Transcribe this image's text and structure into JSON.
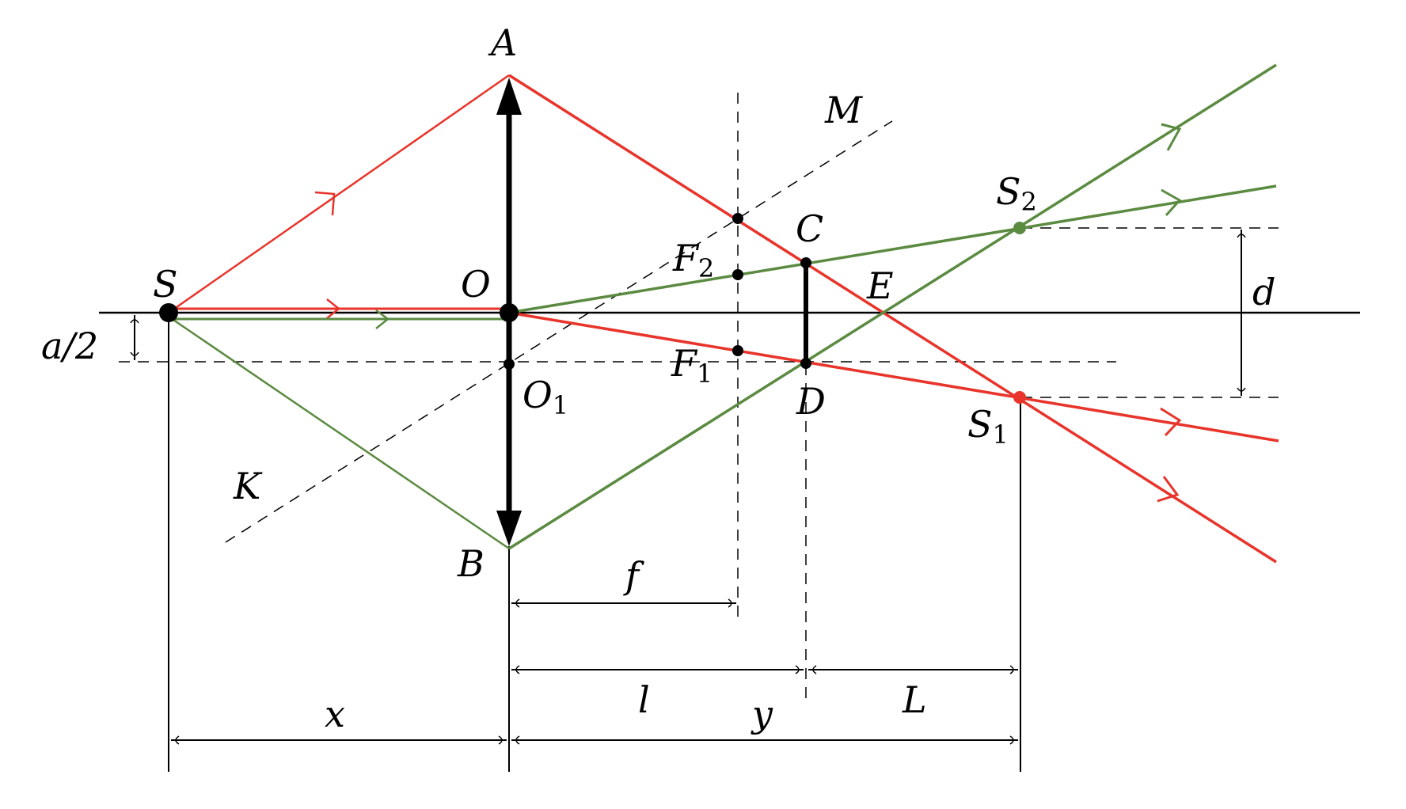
{
  "labels": {
    "A": "A",
    "B": "B",
    "O": "O",
    "O1": "O",
    "O1_sub": "1",
    "S": "S",
    "S1": "S",
    "S1_sub": "1",
    "S2": "S",
    "S2_sub": "2",
    "C": "C",
    "D": "D",
    "E": "E",
    "M": "M",
    "K": "K",
    "F1": "F",
    "F1_sub": "1",
    "F2": "F",
    "F2_sub": "2",
    "a2": "a/2",
    "d": "d",
    "f": "f",
    "l": "l",
    "y": "y",
    "L": "L",
    "x": "x"
  },
  "colors": {
    "red_ray": "#e8342a",
    "green_ray": "#5b8a41",
    "lens": "#000000"
  }
}
